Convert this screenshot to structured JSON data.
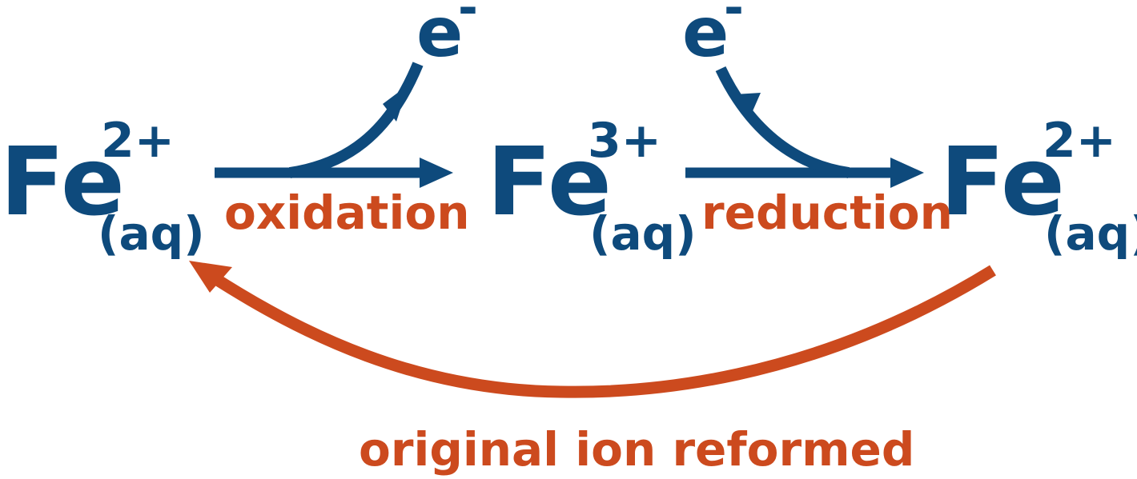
{
  "colors": {
    "species": "#0e4a7c",
    "annotation": "#cc4a1e"
  },
  "species": [
    {
      "element": "Fe",
      "charge": "2+",
      "state": "(aq)"
    },
    {
      "element": "Fe",
      "charge": "3+",
      "state": "(aq)"
    },
    {
      "element": "Fe",
      "charge": "2+",
      "state": "(aq)"
    }
  ],
  "electrons": [
    {
      "symbol": "e",
      "charge": "-"
    },
    {
      "symbol": "e",
      "charge": "-"
    }
  ],
  "steps": {
    "oxidation": "oxidation",
    "reduction": "reduction"
  },
  "cycle_label": "original ion reformed"
}
